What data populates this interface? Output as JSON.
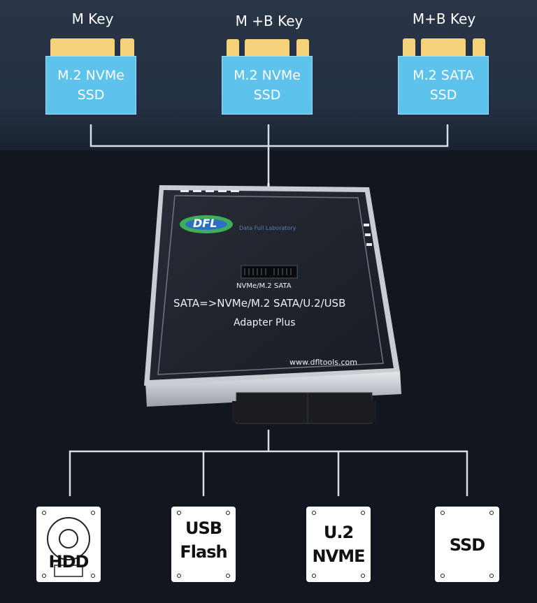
{
  "inputs": [
    {
      "key_label": "M Key",
      "drive_label_line1": "M.2 NVMe",
      "drive_label_line2": "SSD"
    },
    {
      "key_label": "M +B Key",
      "drive_label_line1": "M.2 NVMe",
      "drive_label_line2": "SSD"
    },
    {
      "key_label": "M+B Key",
      "drive_label_line1": "M.2 SATA",
      "drive_label_line2": "SSD"
    }
  ],
  "adapter": {
    "slot_label": "NVMe/M.2 SATA",
    "title": "SATA=>NVMe/M.2 SATA/U.2/USB",
    "subtitle": "Adapter Plus",
    "website": "www.dfltools.com",
    "logo_text": "DFL",
    "logo_tagline": "Data Full Laboratory"
  },
  "outputs": [
    {
      "label": "HDD",
      "icon": "hdd-icon"
    },
    {
      "label": "USB\nFlash",
      "icon": "usb-flash-icon"
    },
    {
      "label": "U.2\nNVME",
      "icon": "u2-nvme-icon"
    },
    {
      "label": "SSD",
      "icon": "ssd-icon"
    }
  ],
  "colors": {
    "background": "#11161f",
    "drive_card": "#5ec3ec",
    "gold_contacts": "#f4d27a",
    "connector_lines": "#d9dde4",
    "adapter_body": "#1c2029"
  }
}
